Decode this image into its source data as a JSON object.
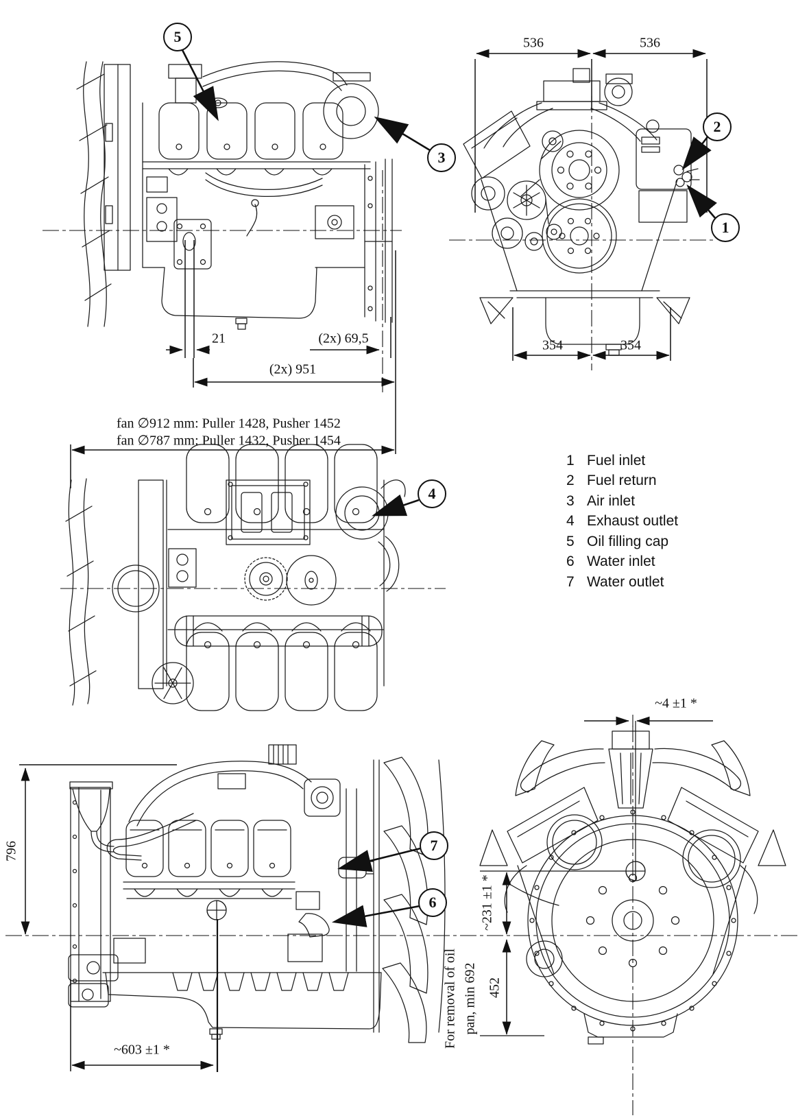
{
  "figure": {
    "kind": "V8 diesel engine installation dimension drawing",
    "views": [
      "side-view-front-left",
      "front-view",
      "top-plan-view",
      "side-view-rear-right",
      "rear-view"
    ]
  },
  "legend": {
    "items": [
      {
        "num": "1",
        "label": "Fuel inlet"
      },
      {
        "num": "2",
        "label": "Fuel return"
      },
      {
        "num": "3",
        "label": "Air inlet"
      },
      {
        "num": "4",
        "label": "Exhaust outlet"
      },
      {
        "num": "5",
        "label": "Oil filling cap"
      },
      {
        "num": "6",
        "label": "Water inlet"
      },
      {
        "num": "7",
        "label": "Water outlet"
      }
    ]
  },
  "callouts": [
    {
      "num": "5"
    },
    {
      "num": "3"
    },
    {
      "num": "2"
    },
    {
      "num": "1"
    },
    {
      "num": "4"
    },
    {
      "num": "7"
    },
    {
      "num": "6"
    }
  ],
  "dimensions": {
    "top_width_left": "536",
    "top_width_right": "536",
    "mount_left": "354",
    "mount_right": "354",
    "offset_21": "21",
    "offset_69": "(2x) 69,5",
    "length_951": "(2x) 951",
    "fan_912": "fan ∅912 mm: Puller 1428, Pusher 1452",
    "fan_787": "fan ∅787 mm: Puller 1432, Pusher 1454",
    "height_796": "796",
    "cg_length_603": "~603 ±1 *",
    "cg_offset_4": "~4 ±1 *",
    "cg_height_231": "~231 ±1 *",
    "pan_depth_452": "452",
    "oil_pan_note_1": "For removal of oil",
    "oil_pan_note_2": "pan, min 692"
  }
}
